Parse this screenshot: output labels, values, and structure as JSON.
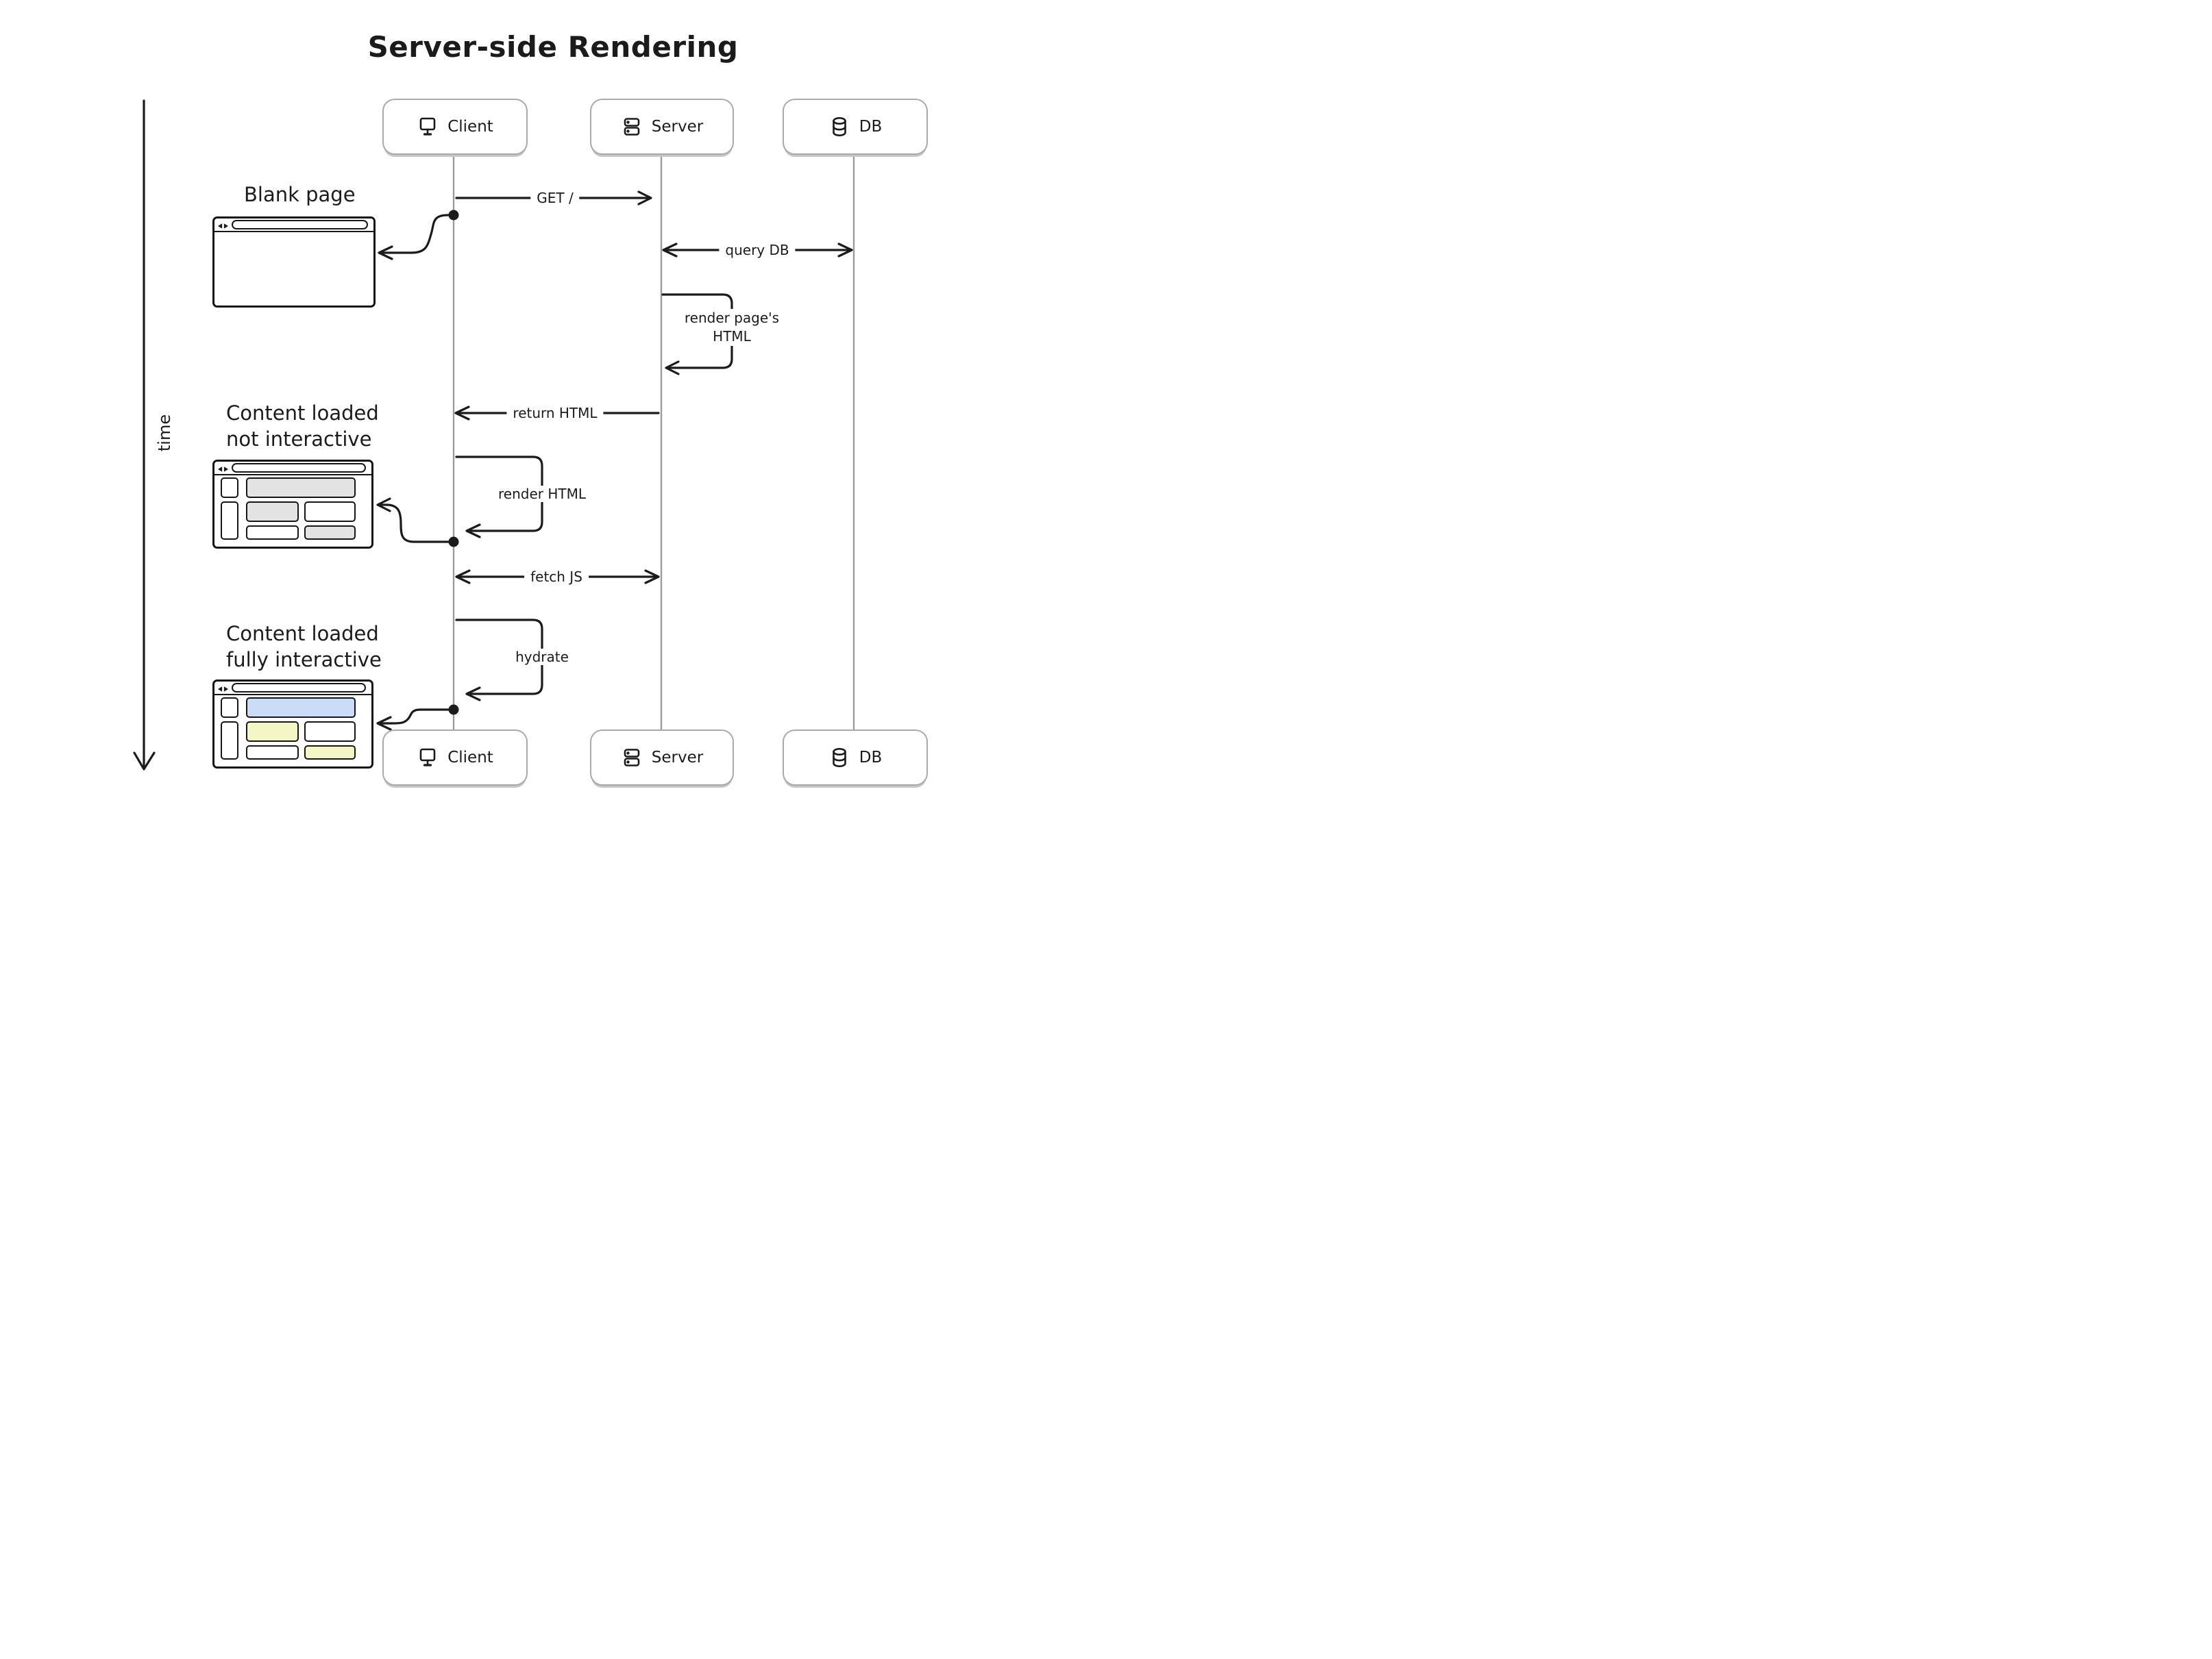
{
  "title": "Server-side Rendering",
  "time_axis": {
    "label": "time"
  },
  "actors": [
    {
      "id": "client",
      "label": "Client",
      "icon": "monitor-icon"
    },
    {
      "id": "server",
      "label": "Server",
      "icon": "server-stack-icon"
    },
    {
      "id": "db",
      "label": "DB",
      "icon": "database-icon"
    }
  ],
  "messages": {
    "get_root": "GET /",
    "query_db": "query DB",
    "render_page_html": {
      "line1": "render page's",
      "line2": "HTML"
    },
    "return_html": "return HTML",
    "render_html": "render HTML",
    "fetch_js": "fetch JS",
    "hydrate": "hydrate"
  },
  "stages": [
    {
      "line1": "Blank page",
      "line2": ""
    },
    {
      "line1": "Content loaded",
      "line2": "not interactive"
    },
    {
      "line1": "Content loaded",
      "line2": "fully interactive"
    }
  ],
  "browser": {
    "nav_icon": "back-forward-icon"
  },
  "colors": {
    "stroke_black": "#1b1b1b",
    "lifeline_gray": "#9b9b9b",
    "actor_border_gray": "#a9a9a9",
    "block_gray": "#e3e3e3",
    "block_blue": "#cbdcf7",
    "block_yellow": "#f5f6c5"
  }
}
